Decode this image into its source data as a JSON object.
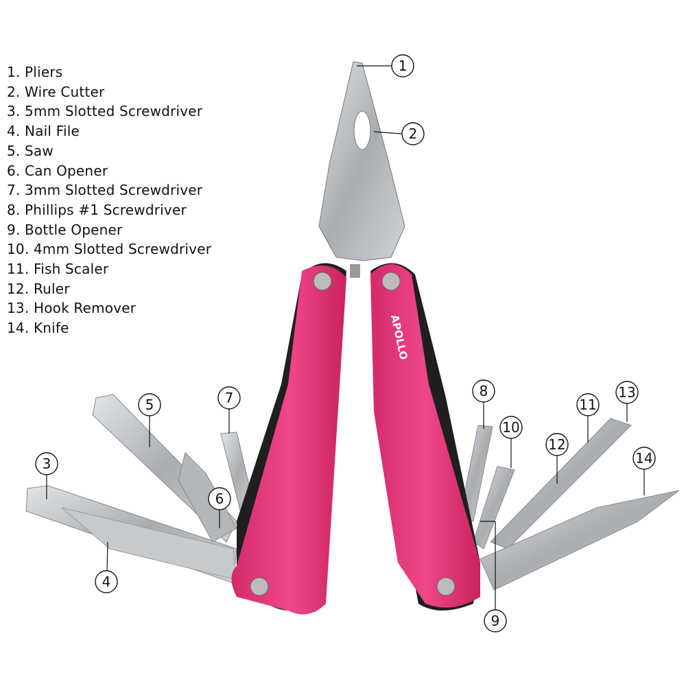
{
  "legend": [
    "1. Pliers",
    "2. Wire Cutter",
    "3. 5mm Slotted Screwdriver",
    "4. Nail File",
    "5. Saw",
    "6. Can Opener",
    "7. 3mm Slotted Screwdriver",
    "8. Phillips #1 Screwdriver",
    "9. Bottle Opener",
    "10. 4mm Slotted Screwdriver",
    "11. Fish Scaler",
    "12. Ruler",
    "13. Hook Remover",
    "14. Knife"
  ],
  "callouts": [
    "1",
    "2",
    "3",
    "4",
    "5",
    "6",
    "7",
    "8",
    "9",
    "10",
    "11",
    "12",
    "13",
    "14"
  ],
  "brand": "APOLLO",
  "colors": {
    "handle": "#e8357a",
    "insert": "#222222",
    "steel": "#b9bcc0"
  }
}
